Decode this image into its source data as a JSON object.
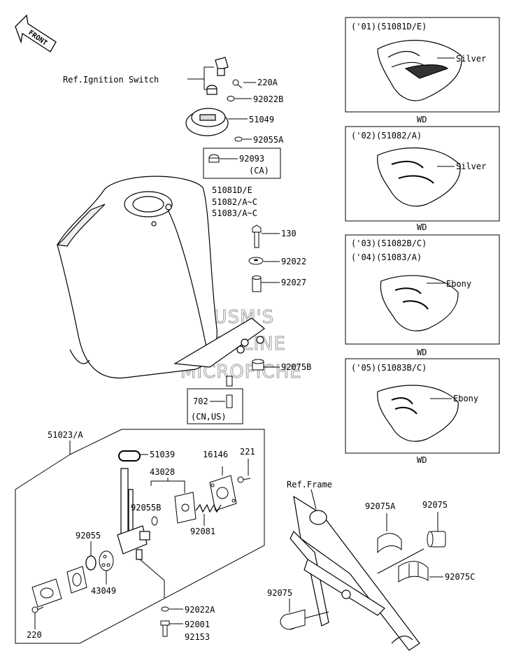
{
  "front_label": "FRONT",
  "watermark": [
    "HUSM'S",
    "ONLINE",
    "MICROFICHE"
  ],
  "labels": {
    "ref_ignition": "Ref.Ignition Switch",
    "p220A": "220A",
    "p92022B": "92022B",
    "p51049": "51049",
    "p92055A": "92055A",
    "p92093": "92093",
    "ca": "(CA)",
    "tank_1": "51081D/E",
    "tank_2": "51082/A~C",
    "tank_3": "51083/A~C",
    "p130": "130",
    "p92022": "92022",
    "p92027": "92027",
    "p92075B": "92075B",
    "p702": "702",
    "cnus": "(CN,US)",
    "p51023": "51023/A",
    "p51039": "51039",
    "p43028": "43028",
    "p16146": "16146",
    "p221": "221",
    "p92055B": "92055B",
    "p92081": "92081",
    "p92055": "92055",
    "p43049": "43049",
    "p220": "220",
    "p92022A": "92022A",
    "p92001": "92001",
    "p92153": "92153",
    "ref_frame": "Ref.Frame",
    "p92075A": "92075A",
    "p92075_1": "92075",
    "p92075C": "92075C",
    "p92075_2": "92075"
  },
  "variants": [
    {
      "header": "('01)(51081D/E)",
      "header2": "",
      "color": "Silver",
      "footer": "WD"
    },
    {
      "header": "('02)(51082/A)",
      "header2": "",
      "color": "Silver",
      "footer": "WD"
    },
    {
      "header": "('03)(51082B/C)",
      "header2": "('04)(51083/A)",
      "color": "Ebony",
      "footer": "WD"
    },
    {
      "header": "('05)(51083B/C)",
      "header2": "",
      "color": "Ebony",
      "footer": "WD"
    }
  ]
}
